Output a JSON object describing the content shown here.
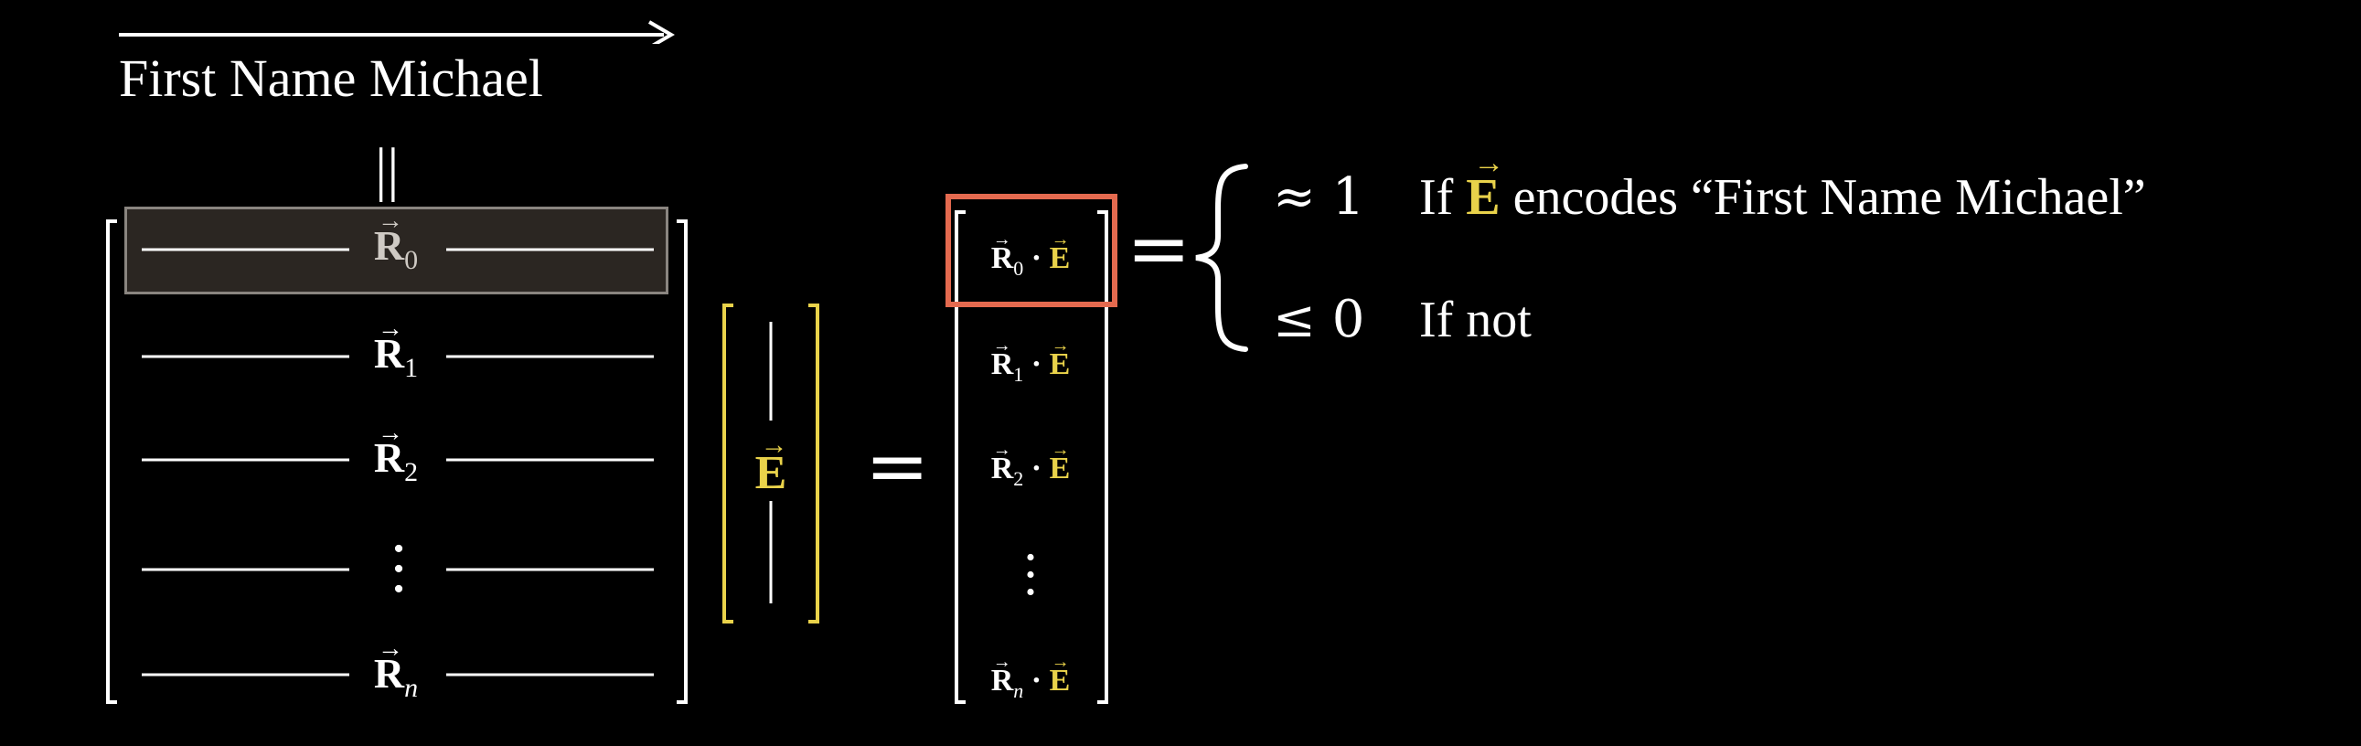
{
  "title": "First Name Michael",
  "title_equals": "||",
  "matrix": {
    "symbol": "R",
    "rows": [
      {
        "subscript": "0",
        "italic": false
      },
      {
        "subscript": "1",
        "italic": false
      },
      {
        "subscript": "2",
        "italic": false
      },
      {
        "subscript": "n",
        "italic": true
      }
    ],
    "highlighted_row_index": 0
  },
  "vector": {
    "symbol": "E"
  },
  "equals": "=",
  "result": {
    "dot": "·",
    "cells": [
      {
        "subscript": "0"
      },
      {
        "subscript": "1"
      },
      {
        "subscript": "2"
      },
      {
        "subscript": "n"
      }
    ]
  },
  "cases": [
    {
      "relation": "≈ 1",
      "condition_pre": "If",
      "condition_symbol": "E",
      "condition_post": "encodes “First Name Michael”"
    },
    {
      "relation": "≤ 0",
      "condition_pre": "If not",
      "condition_symbol": "",
      "condition_post": ""
    }
  ],
  "colors": {
    "background": "#000000",
    "text": "#ffffff",
    "vector_accent": "#e9d24a",
    "highlight_box": "#e46a4f",
    "row_highlight_fill": "#2b2622",
    "row_highlight_border": "#8a8580"
  }
}
